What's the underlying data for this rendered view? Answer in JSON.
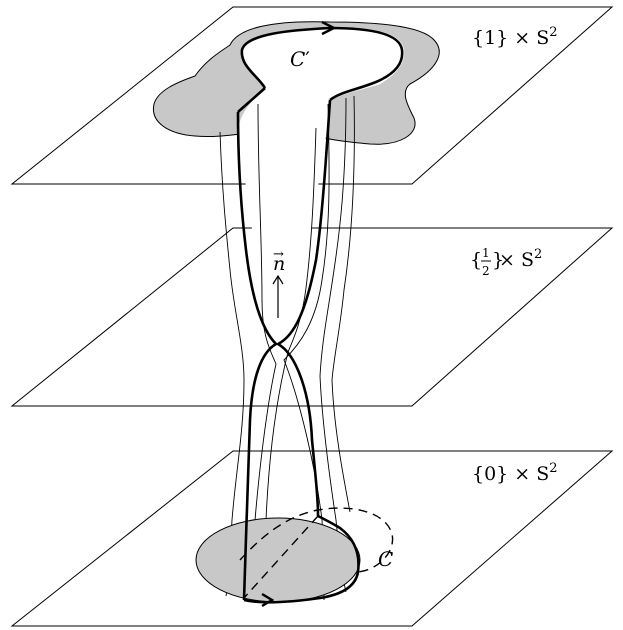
{
  "diagram": {
    "planes": [
      {
        "label_set": "{1}",
        "label_rest": " × S",
        "label_sup": "2"
      },
      {
        "label_num": "1",
        "label_den": "2",
        "label_rest": " × S",
        "label_sup": "2"
      },
      {
        "label_set": "{0}",
        "label_rest": " × S",
        "label_sup": "2"
      }
    ],
    "curve_top": {
      "label": "C",
      "prime": "′"
    },
    "curve_bottom": {
      "label": "C"
    },
    "normal_vector": {
      "label": "n",
      "arrow": "→"
    }
  }
}
